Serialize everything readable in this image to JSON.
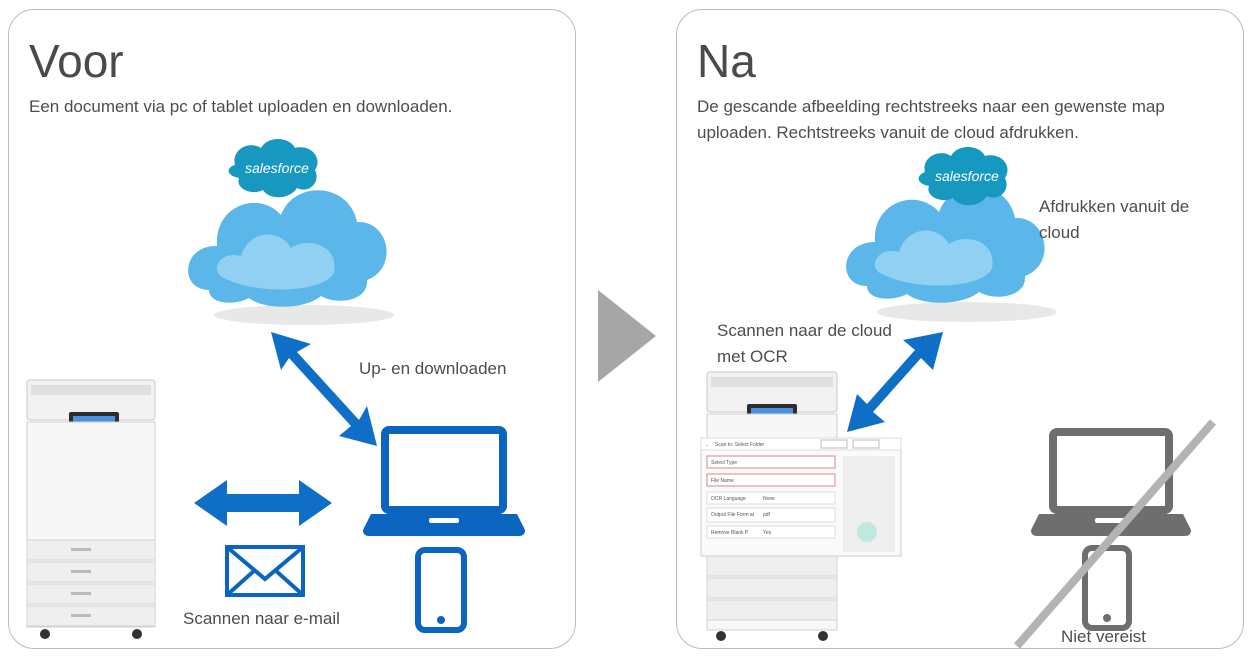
{
  "colors": {
    "arrow": "#0f6fc6",
    "device": "#0a64c0",
    "device_muted": "#6e6e6e",
    "cloud": "#5bb7ea",
    "salesforce": "#1798c1",
    "chevron": "#a6a6a6"
  },
  "before": {
    "heading": "Voor",
    "description": "Een document via pc of tablet uploaden en downloaden.",
    "cloud_brand": "salesforce",
    "label_updown": "Up- en downloaden",
    "label_scan_email": "Scannen naar e-mail"
  },
  "after": {
    "heading": "Na",
    "description": "De gescande afbeelding rechtstreeks naar een gewenste map uploaden. Rechtstreeks vanuit de cloud afdrukken.",
    "cloud_brand": "salesforce",
    "label_print": "Afdrukken vanuit de cloud",
    "label_scan_ocr": "Scannen naar de cloud met OCR",
    "label_not_required": "Niet vereist",
    "screen": {
      "title": "Scan to: Select Folder",
      "rows": [
        "Select Type",
        "File Name",
        "OCR Language",
        "Output File Form at",
        "Remove Blank P"
      ],
      "values": [
        "",
        "",
        "None",
        "pdf",
        "Yes"
      ]
    }
  }
}
